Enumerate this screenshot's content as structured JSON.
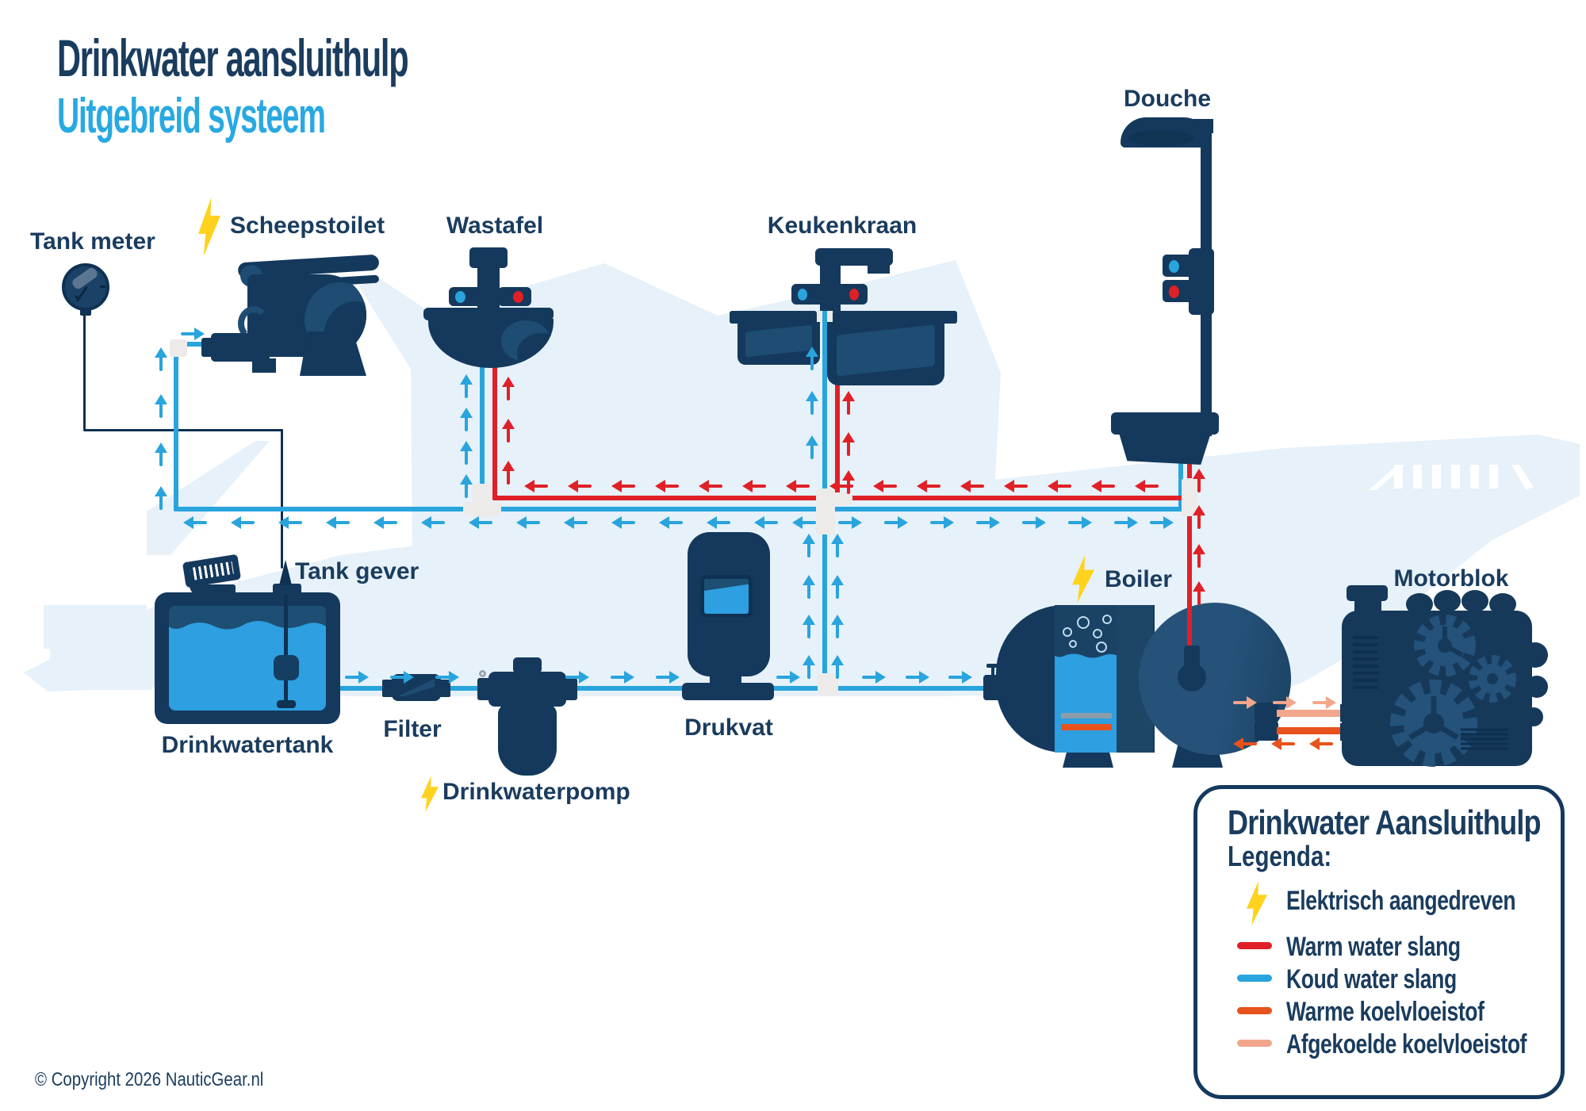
{
  "title": {
    "line1": "Drinkwater aansluithulp",
    "line2": "Uitgebreid systeem"
  },
  "copyright": "© Copyright 2026 NauticGear.nl",
  "colors": {
    "navy": "#14395D",
    "navy2": "#1E4C73",
    "navy3": "#0F3152",
    "text": "#1A3C5E",
    "accent": "#29A9E1",
    "cold": "#29A4DD",
    "warm": "#E02027",
    "cwarm": "#E8521C",
    "ccool": "#F2A78D",
    "water": "#2E9FE0",
    "waterdark": "#1D4E74",
    "bolt": "#FFD21E",
    "sil": "#E6F1F9",
    "sil2": "#CFE3F2",
    "pad": "#ECEBE9"
  },
  "components": {
    "tank_meter": {
      "label": "Tank meter",
      "electric": false
    },
    "scheepstoilet": {
      "label": "Scheepstoilet",
      "electric": true
    },
    "wastafel": {
      "label": "Wastafel",
      "electric": false
    },
    "keukenkraan": {
      "label": "Keukenkraan",
      "electric": false
    },
    "douche": {
      "label": "Douche",
      "electric": false
    },
    "tank_gever": {
      "label": "Tank gever",
      "electric": false
    },
    "drinkwatertank": {
      "label": "Drinkwatertank",
      "electric": false
    },
    "filter": {
      "label": "Filter",
      "electric": false
    },
    "drinkwaterpomp": {
      "label": "Drinkwaterpomp",
      "electric": true
    },
    "drukvat": {
      "label": "Drukvat",
      "electric": false
    },
    "boiler": {
      "label": "Boiler",
      "electric": true
    },
    "motorblok": {
      "label": "Motorblok",
      "electric": false
    }
  },
  "legend": {
    "title": "Drinkwater Aansluithulp",
    "subtitle": "Legenda:",
    "items": [
      {
        "icon": "lightning-icon",
        "label": "Elektrisch aangedreven",
        "color": "#FFD21E"
      },
      {
        "icon": "warm-line",
        "label": "Warm water slang",
        "color": "#E02027"
      },
      {
        "icon": "cold-line",
        "label": "Koud water slang",
        "color": "#29A4DD"
      },
      {
        "icon": "coolant-warm-line",
        "label": "Warme koelvloeistof",
        "color": "#E8521C"
      },
      {
        "icon": "coolant-cool-line",
        "label": "Afgekoelde koelvloeistof",
        "color": "#F2A78D"
      }
    ]
  }
}
